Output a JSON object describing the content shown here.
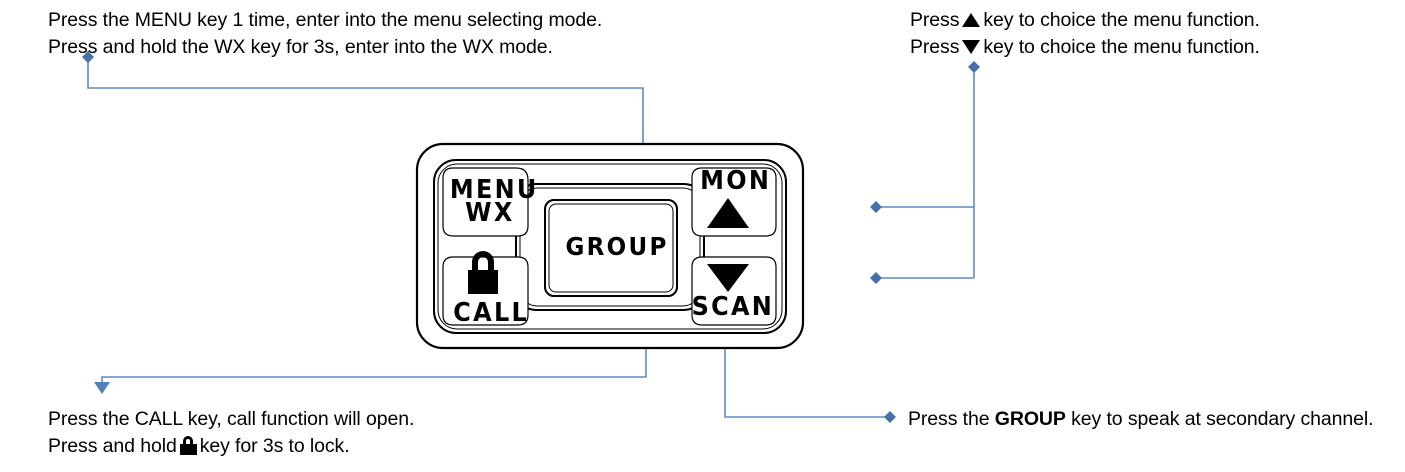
{
  "diagram": {
    "title": "Radio keypad function callouts",
    "accent_color": "#4472a8",
    "line_color": "#5b8bc4",
    "device_outline_color": "#000000"
  },
  "annotations": {
    "top_left": {
      "line1": "Press the MENU key 1 time, enter into the menu selecting mode.",
      "line2_pre": "Press and hold the WX key for 3s, enter into the WX mode."
    },
    "top_right": {
      "line1_pre": "Press",
      "line1_post": "key to choice the menu function.",
      "line1_icon": "triangle-up-icon",
      "line2_pre": "Press",
      "line2_post": "key to choice the menu function.",
      "line2_icon": "triangle-down-icon"
    },
    "bottom_left": {
      "line1": "Press the CALL key, call function will open.",
      "line2_pre": "Press and hold",
      "line2_post": "key for 3s to lock.",
      "line2_icon": "lock-icon"
    },
    "bottom_right": {
      "pre": "Press the ",
      "bold": "GROUP",
      "post": " key to speak at secondary channel."
    }
  },
  "keypad": {
    "buttons": [
      {
        "id": "menu-wx",
        "label_top": "MENU",
        "label_bottom": "WX"
      },
      {
        "id": "mon-up",
        "label_top": "MON",
        "icon": "triangle-up-icon"
      },
      {
        "id": "call-lock",
        "icon": "lock-icon",
        "label_bottom": "CALL"
      },
      {
        "id": "scan-down",
        "icon": "triangle-down-icon",
        "label_bottom": "SCAN"
      },
      {
        "id": "group",
        "label": "GROUP"
      }
    ]
  }
}
